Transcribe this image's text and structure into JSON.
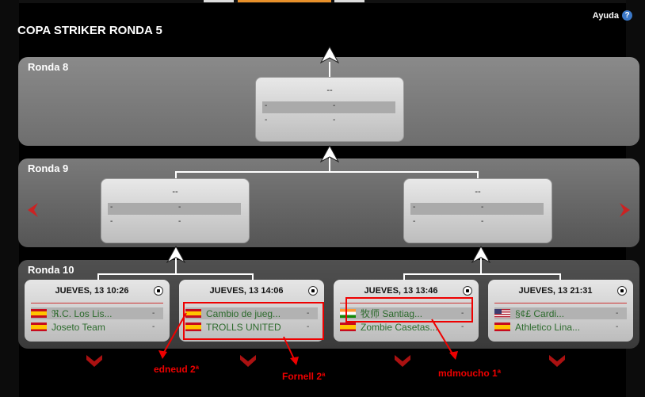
{
  "page_title": "COPA STRIKER RONDA 5",
  "help_label": "Ayuda",
  "help_icon": "?",
  "rounds": [
    {
      "label": "Ronda 8"
    },
    {
      "label": "Ronda 9"
    },
    {
      "label": "Ronda 10"
    }
  ],
  "empty_match": {
    "title": "--",
    "dash": "-"
  },
  "matches": [
    {
      "date": "JUEVES, 13 10:26",
      "home": {
        "flag": "es",
        "name": "ℜ.C. Los Lis...",
        "score": "-"
      },
      "away": {
        "flag": "es",
        "name": "Joseto Team",
        "score": "-"
      }
    },
    {
      "date": "JUEVES, 13 14:06",
      "home": {
        "flag": "es",
        "name": "Cambio de jueg...",
        "score": "-"
      },
      "away": {
        "flag": "es",
        "name": "TROLLS UNITED",
        "score": "-"
      }
    },
    {
      "date": "JUEVES, 13 13:46",
      "home": {
        "flag": "in",
        "name": "牧师 Santiag...",
        "score": "-"
      },
      "away": {
        "flag": "es",
        "name": "Zombie Casetas...",
        "score": "-"
      }
    },
    {
      "date": "JUEVES, 13 21:31",
      "home": {
        "flag": "us",
        "name": "§¢£ Cardi...",
        "score": "-"
      },
      "away": {
        "flag": "es",
        "name": "Athletico Lina...",
        "score": "-"
      }
    }
  ],
  "annotations": [
    "edneud 2ª",
    "Fornell 2ª",
    "mdmoucho 1ª"
  ],
  "colors": {
    "highlight": "#ee0000",
    "team_text": "#2d6b2d",
    "help_icon": "#3b78c8"
  }
}
